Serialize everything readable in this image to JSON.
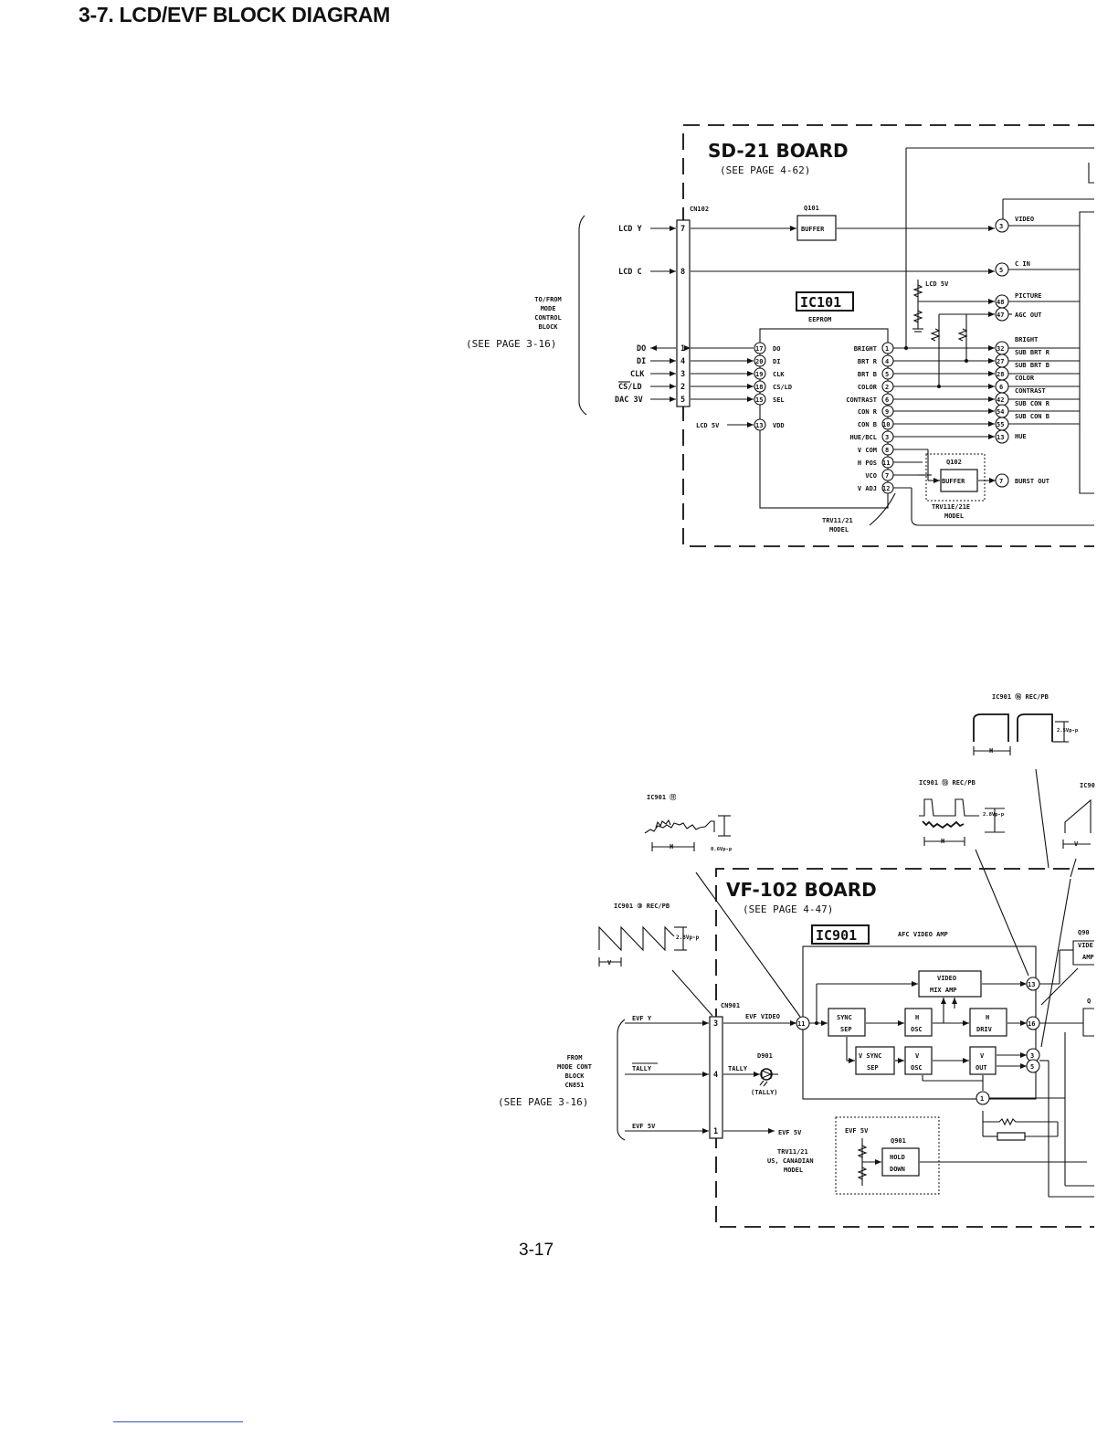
{
  "page": {
    "title": "3-7.  LCD/EVF BLOCK DIAGRAM",
    "page_number": "3-17"
  },
  "sd21": {
    "board_name": "SD-21  BOARD",
    "see_page": "(SEE PAGE 4-62)",
    "connector": "CN102",
    "side_note": {
      "lines": [
        "TO/FROM",
        "MODE",
        "CONTROL",
        "BLOCK"
      ],
      "see_page": "(SEE PAGE 3-16)"
    },
    "cn_signals": [
      {
        "name": "LCD Y",
        "pin": "7"
      },
      {
        "name": "LCD C",
        "pin": "8"
      },
      {
        "name": "DO",
        "pin": "1"
      },
      {
        "name": "DI",
        "pin": "4"
      },
      {
        "name": "CLK",
        "pin": "3"
      },
      {
        "name": "CS/LD",
        "pin": "2"
      },
      {
        "name": "DAC 3V",
        "pin": "5"
      }
    ],
    "q101": {
      "ref": "Q101",
      "label": "BUFFER"
    },
    "ic101": {
      "ref": "IC101",
      "func": "EEPROM",
      "supply": "LCD 5V",
      "left_pins": [
        {
          "num": "17",
          "name": "DO"
        },
        {
          "num": "20",
          "name": "DI"
        },
        {
          "num": "19",
          "name": "CLK"
        },
        {
          "num": "18",
          "name": "CS/LD"
        },
        {
          "num": "15",
          "name": "SEL"
        },
        {
          "num": "13",
          "name": "VDD"
        }
      ],
      "right_pins": [
        {
          "num": "1",
          "name": "BRIGHT"
        },
        {
          "num": "4",
          "name": "BRT R"
        },
        {
          "num": "5",
          "name": "BRT B"
        },
        {
          "num": "2",
          "name": "COLOR"
        },
        {
          "num": "6",
          "name": "CONTRAST"
        },
        {
          "num": "9",
          "name": "CON R"
        },
        {
          "num": "10",
          "name": "CON B"
        },
        {
          "num": "3",
          "name": "HUE/BCL"
        },
        {
          "num": "8",
          "name": "V COM"
        },
        {
          "num": "11",
          "name": "H POS"
        },
        {
          "num": "7",
          "name": "VCO"
        },
        {
          "num": "12",
          "name": "V ADJ"
        }
      ]
    },
    "lcd5v": "LCD 5V",
    "q102": {
      "ref": "Q102",
      "label": "BUFFER",
      "model": [
        "TRV11E/21E",
        "MODEL"
      ]
    },
    "trv_note": [
      "TRV11/21",
      "MODEL"
    ],
    "outputs": [
      {
        "num": "3",
        "name": "VIDEO"
      },
      {
        "num": "5",
        "name": "C IN"
      },
      {
        "num": "48",
        "name": "PICTURE"
      },
      {
        "num": "47",
        "name": "AGC OUT"
      },
      {
        "num": "32",
        "name": "BRIGHT"
      },
      {
        "num": "27",
        "name": "SUB BRT R"
      },
      {
        "num": "28",
        "name": "SUB BRT B"
      },
      {
        "num": "6",
        "name": "COLOR"
      },
      {
        "num": "42",
        "name": "CONTRAST"
      },
      {
        "num": "54",
        "name": "SUB CON R"
      },
      {
        "num": "55",
        "name": "SUB CON B"
      },
      {
        "num": "13",
        "name": "HUE"
      },
      {
        "num": "7",
        "name": "BURST OUT"
      }
    ]
  },
  "waveforms": [
    {
      "label": "IC901 ⑪",
      "amplitude": "0.6Vp-p",
      "period": "H"
    },
    {
      "label": "IC901 ③ REC/PB",
      "amplitude": "2.8Vp-p",
      "period": "V"
    },
    {
      "label": "IC901 ⑬ REC/PB",
      "amplitude": "2.8Vp-p",
      "period": "H"
    },
    {
      "label": "IC901 ⑯ REC/PB",
      "amplitude": "2.5Vp-p",
      "period": "H"
    },
    {
      "label": "IC90",
      "period": "V"
    }
  ],
  "vf102": {
    "board_name": "VF-102  BOARD",
    "see_page": "(SEE PAGE 4-47)",
    "ic901": {
      "ref": "IC901",
      "func": "AFC VIDEO AMP"
    },
    "connector": "CN901",
    "side_note": {
      "lines": [
        "FROM",
        "MODE CONT",
        "BLOCK",
        "CN851"
      ],
      "see_page": "(SEE PAGE 3-16)"
    },
    "cn_signals": [
      {
        "name": "EVF Y",
        "pin": "3"
      },
      {
        "name": "TALLY",
        "pin": "4"
      },
      {
        "name": "EVF 5V",
        "pin": "1"
      }
    ],
    "evf_video": "EVF VIDEO",
    "tally": {
      "net": "TALLY",
      "ref": "D901",
      "label": "(TALLY)"
    },
    "evf5v": "EVF 5V",
    "blocks": {
      "video_mix_amp": [
        "VIDEO",
        "MIX AMP"
      ],
      "sync_sep": [
        "SYNC",
        "SEP"
      ],
      "h_osc": [
        "H",
        "OSC"
      ],
      "h_driv": [
        "H",
        "DRIV"
      ],
      "v_sync_sep": [
        "V SYNC",
        "SEP"
      ],
      "v_osc": [
        "V",
        "OSC"
      ],
      "v_out": [
        "V",
        "OUT"
      ]
    },
    "pins": [
      "11",
      "13",
      "16",
      "3",
      "5",
      "1"
    ],
    "q901_hold": {
      "ref": "Q901",
      "supply": "EVF 5V",
      "label": [
        "HOLD",
        "DOWN"
      ]
    },
    "model_note": [
      "TRV11/21",
      "US, CANADIAN",
      "MODEL"
    ],
    "right_cut": [
      {
        "ref": "Q90",
        "label": [
          "VIDE",
          "AMP"
        ]
      },
      {
        "ref": "Q"
      }
    ]
  }
}
